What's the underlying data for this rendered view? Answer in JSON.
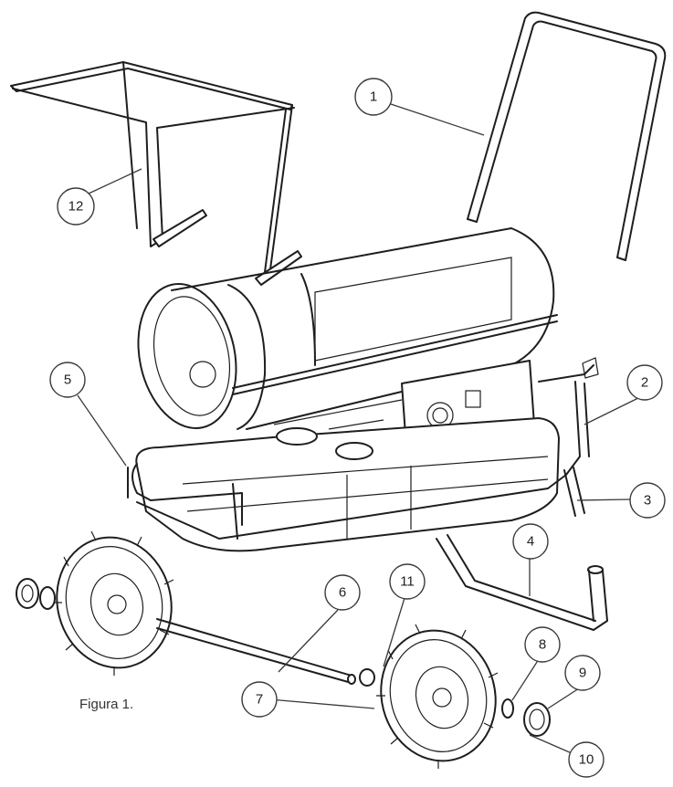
{
  "caption": "Figura 1.",
  "callouts": {
    "c1": "1",
    "c2": "2",
    "c3": "3",
    "c4": "4",
    "c5": "5",
    "c6": "6",
    "c7": "7",
    "c8": "8",
    "c9": "9",
    "c10": "10",
    "c11": "11",
    "c12": "12"
  }
}
